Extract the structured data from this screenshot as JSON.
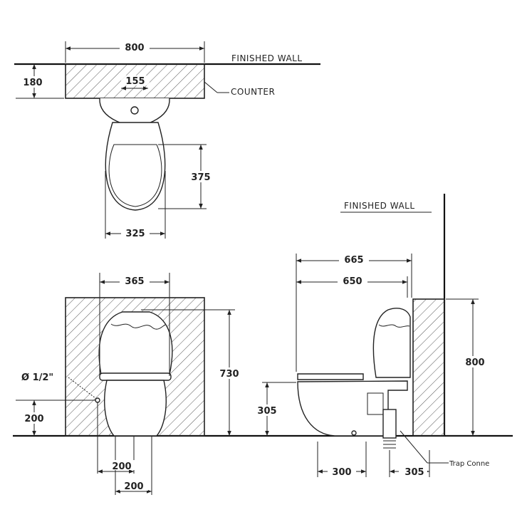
{
  "plan_view": {
    "finished_wall_label": "FINISHED  WALL",
    "counter_label": "COUNTER",
    "width_800": "800",
    "depth_180": "180",
    "width_155": "155",
    "depth_375": "375",
    "width_325": "325"
  },
  "front_view": {
    "width_365": "365",
    "height_730": "730",
    "pipe_label": "Ø 1/2\"",
    "height_200": "200",
    "offset_200_a": "200",
    "offset_200_b": "200"
  },
  "side_view": {
    "finished_wall_label": "FINISHED  WALL",
    "depth_665": "665",
    "depth_650": "650",
    "height_800": "800",
    "seat_305": "305",
    "setout_300": "300",
    "trap_305": "305",
    "trap_label": "Trap Conne"
  },
  "colors": {
    "line": "#222222",
    "background": "#ffffff"
  }
}
